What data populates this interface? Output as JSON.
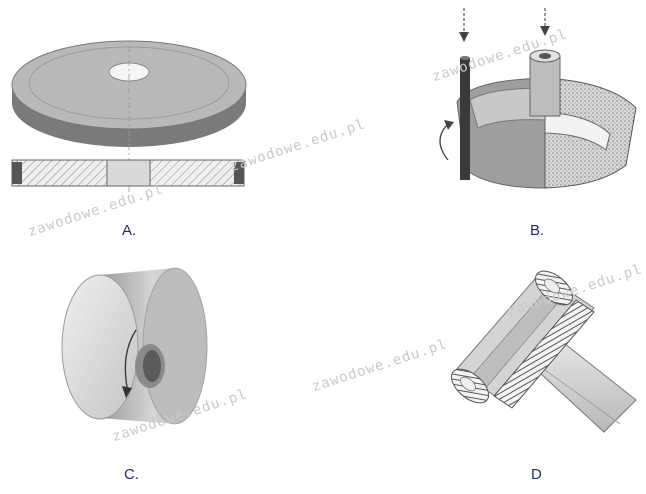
{
  "labels": {
    "a": "A.",
    "b": "B.",
    "c": "C.",
    "d": "D"
  },
  "watermark": "zawodowe.edu.pl",
  "colors": {
    "steel_top": "#b9b9b9",
    "steel_side": "#7a7a7a",
    "steel_dark": "#444444",
    "label": "#1f2a6b",
    "watermark": "#c9c9c9"
  }
}
